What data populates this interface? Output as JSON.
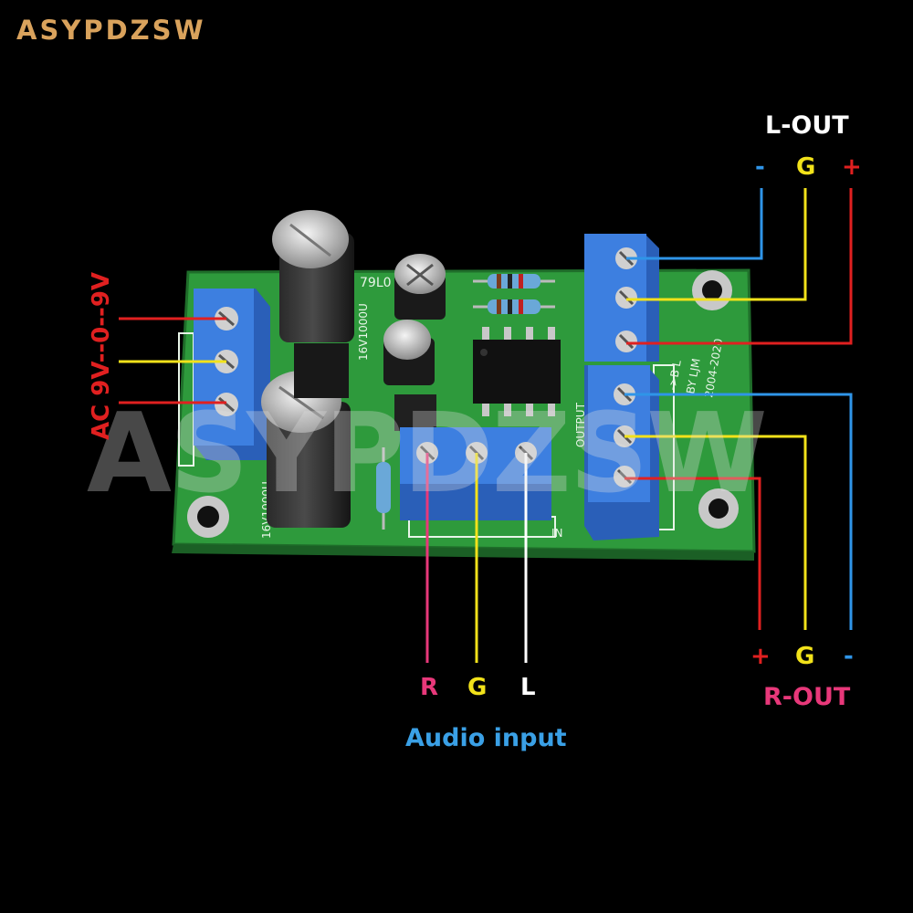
{
  "brand": "ASYPDZSW",
  "watermark": "ASYPDZSW",
  "power_input": {
    "label": "AC 9V--0--9V",
    "color": "#e02020"
  },
  "left_output": {
    "title": "L-OUT",
    "pins": [
      "-",
      "G",
      "+"
    ],
    "pin_colors": [
      "#2f95e8",
      "#f2e21a",
      "#e02020"
    ]
  },
  "right_output": {
    "title": "R-OUT",
    "pins": [
      "+",
      "G",
      "-"
    ],
    "pin_colors": [
      "#e02020",
      "#f2e21a",
      "#2f95e8"
    ]
  },
  "audio_input": {
    "title": "Audio input",
    "pins": [
      "R",
      "G",
      "L"
    ],
    "pin_colors": [
      "#e8387a",
      "#f2e21a",
      "#ffffff"
    ]
  },
  "board": {
    "silkscreen": {
      "regulator": "79L0",
      "cap_rating_top": "16V1000U",
      "cap_rating_bottom": "16V1000U",
      "output_label": "OUTPUT",
      "input_label": "IN",
      "model": "->B L",
      "author": "BY LJM",
      "years": "2004-2020"
    },
    "colors": {
      "pcb": "#2e9a3c",
      "terminal": "#3d7fe0",
      "wire_red": "#e02020",
      "wire_yellow": "#f2e21a",
      "wire_blue": "#2f95e8",
      "wire_white": "#ffffff"
    }
  }
}
